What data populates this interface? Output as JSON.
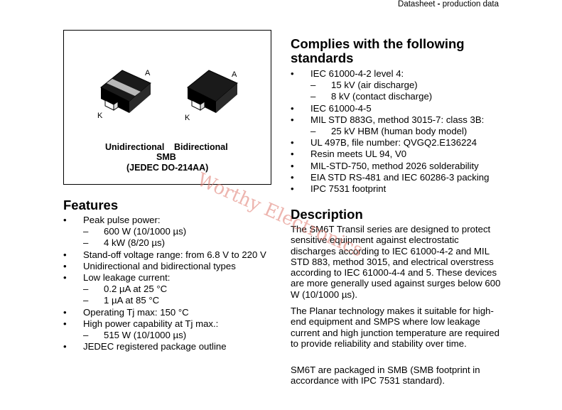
{
  "header": {
    "doc_type": "Datasheet",
    "separator": " - ",
    "status": "production data"
  },
  "figure": {
    "pin_a": "A",
    "pin_k": "K",
    "caption_uni": "Unidirectional",
    "caption_bi": "Bidirectional",
    "caption_pkg": "SMB",
    "caption_jedec": "(JEDEC DO-214AA)"
  },
  "features": {
    "title": "Features",
    "items": [
      {
        "text": "Peak pulse power:",
        "sub": false
      },
      {
        "text": "600 W (10/1000 µs)",
        "sub": true
      },
      {
        "text": "4 kW (8/20 µs)",
        "sub": true
      },
      {
        "text": "Stand-off voltage range: from 6.8 V to 220 V",
        "sub": false
      },
      {
        "text": "Unidirectional and bidirectional types",
        "sub": false
      },
      {
        "text": "Low leakage current:",
        "sub": false
      },
      {
        "text": "0.2 µA at 25 °C",
        "sub": true
      },
      {
        "text": "1 µA at 85 °C",
        "sub": true
      },
      {
        "text": "Operating Tj max: 150 °C",
        "sub": false
      },
      {
        "text": "High power capability at Tj max.:",
        "sub": false
      },
      {
        "text": "515 W (10/1000 µs)",
        "sub": true
      },
      {
        "text": "JEDEC registered package outline",
        "sub": false
      }
    ]
  },
  "standards": {
    "title_line1": "Complies with the following",
    "title_line2": "standards",
    "items": [
      {
        "text": "IEC 61000-4-2 level 4:",
        "sub": false
      },
      {
        "text": "15 kV (air discharge)",
        "sub": true
      },
      {
        "text": "8 kV (contact discharge)",
        "sub": true
      },
      {
        "text": "IEC 61000-4-5",
        "sub": false
      },
      {
        "text": "MIL STD 883G, method 3015-7: class 3B:",
        "sub": false
      },
      {
        "text": "25 kV HBM (human body model)",
        "sub": true
      },
      {
        "text": "UL 497B, file number: QVGQ2.E136224",
        "sub": false
      },
      {
        "text": "Resin meets UL 94, V0",
        "sub": false
      },
      {
        "text": "MIL-STD-750, method 2026 solderability",
        "sub": false
      },
      {
        "text": "EIA STD RS-481 and IEC 60286-3 packing",
        "sub": false
      },
      {
        "text": "IPC 7531 footprint",
        "sub": false
      }
    ]
  },
  "description": {
    "title": "Description",
    "p1": "The SM6T Transil series are designed to protect sensitive equipment against electrostatic discharges according to IEC 61000-4-2 and MIL STD 883, method 3015, and electrical overstress according to IEC 61000-4-4 and 5. These devices are more generally used against surges below 600 W (10/1000 µs).",
    "p2": "The Planar technology makes it suitable for high-end equipment and SMPS where low leakage current and high junction temperature are required to provide reliability and stability over time.",
    "p3": "SM6T are packaged in SMB (SMB footprint in accordance with IPC 7531 standard)."
  },
  "watermark": {
    "text": "Worthy Electronics"
  },
  "colors": {
    "watermark": "#e07a6e"
  }
}
